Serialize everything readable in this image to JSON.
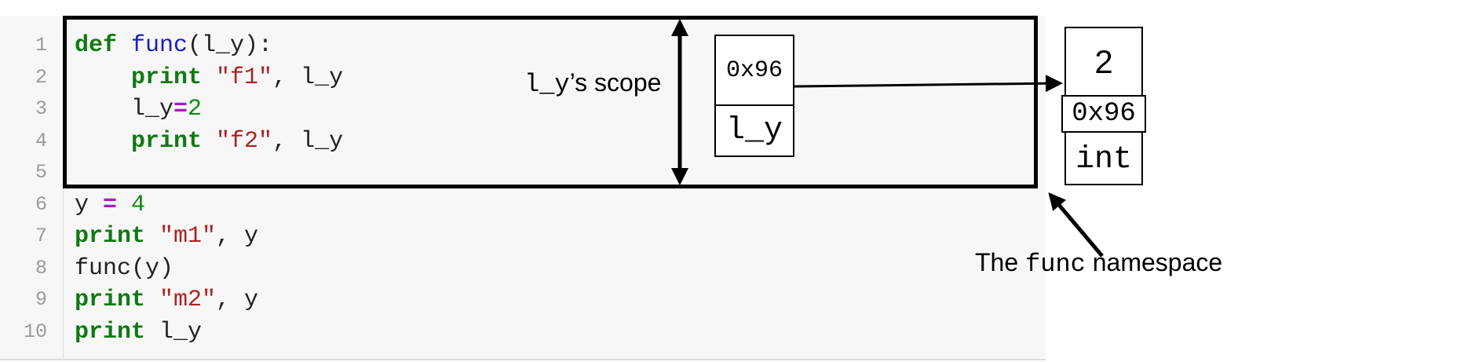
{
  "code": {
    "lines": [
      {
        "num": "1",
        "tokens": [
          {
            "t": "def",
            "c": "kw"
          },
          {
            "t": " ",
            "c": ""
          },
          {
            "t": "func",
            "c": "fn"
          },
          {
            "t": "(l_y):",
            "c": ""
          }
        ]
      },
      {
        "num": "2",
        "tokens": [
          {
            "t": "    ",
            "c": ""
          },
          {
            "t": "print",
            "c": "kw"
          },
          {
            "t": " ",
            "c": ""
          },
          {
            "t": "\"f1\"",
            "c": "str"
          },
          {
            "t": ", l_y",
            "c": ""
          }
        ]
      },
      {
        "num": "3",
        "tokens": [
          {
            "t": "    l_y",
            "c": ""
          },
          {
            "t": "=",
            "c": "op"
          },
          {
            "t": "2",
            "c": "num"
          }
        ]
      },
      {
        "num": "4",
        "tokens": [
          {
            "t": "    ",
            "c": ""
          },
          {
            "t": "print",
            "c": "kw"
          },
          {
            "t": " ",
            "c": ""
          },
          {
            "t": "\"f2\"",
            "c": "str"
          },
          {
            "t": ", l_y",
            "c": ""
          }
        ]
      },
      {
        "num": "5",
        "tokens": []
      },
      {
        "num": "6",
        "tokens": [
          {
            "t": "y ",
            "c": ""
          },
          {
            "t": "=",
            "c": "op"
          },
          {
            "t": " ",
            "c": ""
          },
          {
            "t": "4",
            "c": "num"
          }
        ]
      },
      {
        "num": "7",
        "tokens": [
          {
            "t": "print",
            "c": "kw"
          },
          {
            "t": " ",
            "c": ""
          },
          {
            "t": "\"m1\"",
            "c": "str"
          },
          {
            "t": ", y",
            "c": ""
          }
        ]
      },
      {
        "num": "8",
        "tokens": [
          {
            "t": "func(y)",
            "c": ""
          }
        ]
      },
      {
        "num": "9",
        "tokens": [
          {
            "t": "print",
            "c": "kw"
          },
          {
            "t": " ",
            "c": ""
          },
          {
            "t": "\"m2\"",
            "c": "str"
          },
          {
            "t": ", y",
            "c": ""
          }
        ]
      },
      {
        "num": "10",
        "tokens": [
          {
            "t": "print",
            "c": "kw"
          },
          {
            "t": " l_y",
            "c": ""
          }
        ]
      }
    ]
  },
  "scope_label": {
    "var": "l_y",
    "text": "’s scope"
  },
  "variable": {
    "address": "0x96",
    "name": "l_y"
  },
  "object": {
    "value": "2",
    "id": "0x96",
    "type": "int"
  },
  "namespace_label": {
    "prefix": "The ",
    "code": "func",
    "suffix": " namespace"
  }
}
